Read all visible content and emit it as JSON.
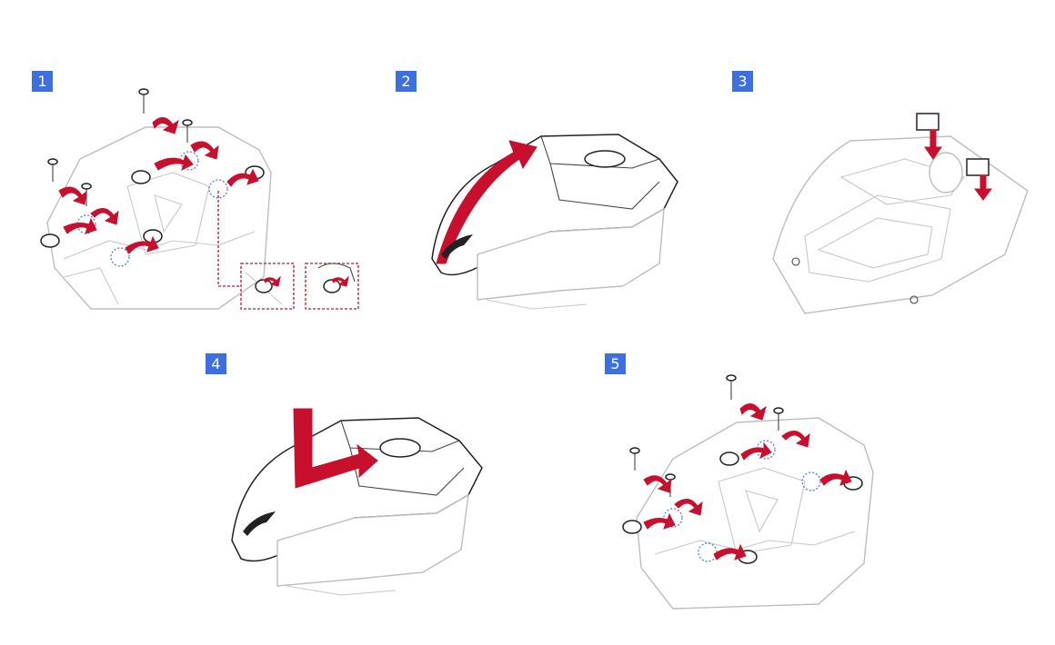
{
  "steps": [
    {
      "label": "1",
      "action": "remove-screws"
    },
    {
      "label": "2",
      "action": "lift-cover"
    },
    {
      "label": "3",
      "action": "replace-switches"
    },
    {
      "label": "4",
      "action": "attach-cover"
    },
    {
      "label": "5",
      "action": "install-screws"
    }
  ],
  "colors": {
    "badge": "#3d6fe0",
    "arrow": "#c8102e",
    "line_light": "#bdbdbd",
    "line_dark": "#222222",
    "callout_circle": "#4a78c2"
  },
  "icons": [
    "screw-icon",
    "rotate-arrow-icon",
    "rog-logo-icon",
    "switch-icon"
  ]
}
